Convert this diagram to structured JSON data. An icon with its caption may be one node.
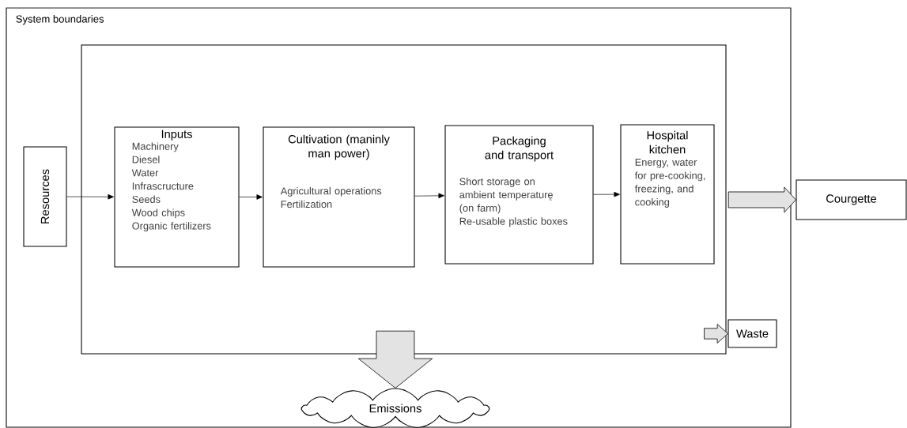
{
  "diagram": {
    "nodes": [
      {
        "text": [
          "System boundaries"
        ]
      },
      {
        "text": [],
        "shape": "box",
        "in": 0
      },
      {
        "text": [
          "Resources"
        ],
        "in": 0
      },
      {
        "text": [
          "Inputs",
          "Machinery",
          "Diesel",
          "Water",
          "Infrascructure",
          "Seeds",
          "Wood chips",
          "Organic fertilizers"
        ],
        "in": 1
      },
      {
        "text": [
          "Cultivation (maninly man power)",
          "Agricultural operations",
          "Fertilization"
        ],
        "in": 1
      },
      {
        "text": [
          "Packaging and transport",
          "Short storage on ambient temperaturę (on farm)",
          "Re-usable plastic boxes"
        ],
        "in": 1
      },
      {
        "text": [
          "Hospital kitchen",
          "Energy, water for pre-cooking, freezing, and cooking"
        ],
        "in": 1
      },
      {
        "text": [
          "Courgette"
        ]
      },
      {
        "text": [
          "Waste"
        ],
        "in": 0
      },
      {
        "text": [
          "Emissions"
        ],
        "in": 0
      }
    ],
    "edges": [
      {
        "from": 2,
        "to": 3,
        "arrow": "to"
      },
      {
        "from": 3,
        "to": 4,
        "arrow": "to"
      },
      {
        "from": 4,
        "to": 5,
        "arrow": "to"
      },
      {
        "from": 5,
        "to": 6,
        "arrow": "to"
      },
      {
        "from": 1,
        "to": 7,
        "arrow": "to",
        "style": "thick"
      },
      {
        "from": 1,
        "to": 8,
        "arrow": "to",
        "style": "thick"
      },
      {
        "from": 1,
        "to": 9,
        "arrow": "to",
        "style": "thick"
      }
    ]
  }
}
